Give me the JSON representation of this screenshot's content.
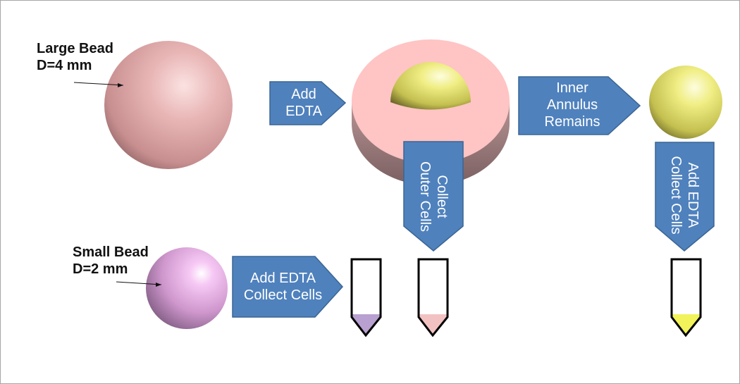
{
  "large_bead": {
    "title": "Large Bead",
    "size": "D=4 mm"
  },
  "small_bead": {
    "title": "Small Bead",
    "size": "D=2 mm"
  },
  "arrows": {
    "add_edta": [
      "Add",
      "EDTA"
    ],
    "inner_annulus": [
      "Inner",
      "Annulus",
      "Remains"
    ],
    "collect_outer": [
      "Collect",
      "Outer Cells"
    ],
    "add_edta_collect_right": [
      "Add EDTA",
      "Collect Cells"
    ],
    "small_add_edta": [
      "Add EDTA",
      "Collect Cells"
    ]
  },
  "colors": {
    "arrow_fill": "#4f81bd",
    "arrow_stroke": "#3a6594",
    "large_bead": "#e3a9a9",
    "small_bead": "#f2b8f0",
    "inner_core": "#f2f080",
    "annulus_top": "#ffc4c4",
    "tube_fill_small": "#b8a0d0",
    "tube_fill_outer": "#f2c2c2",
    "tube_fill_inner": "#f2f25a"
  }
}
